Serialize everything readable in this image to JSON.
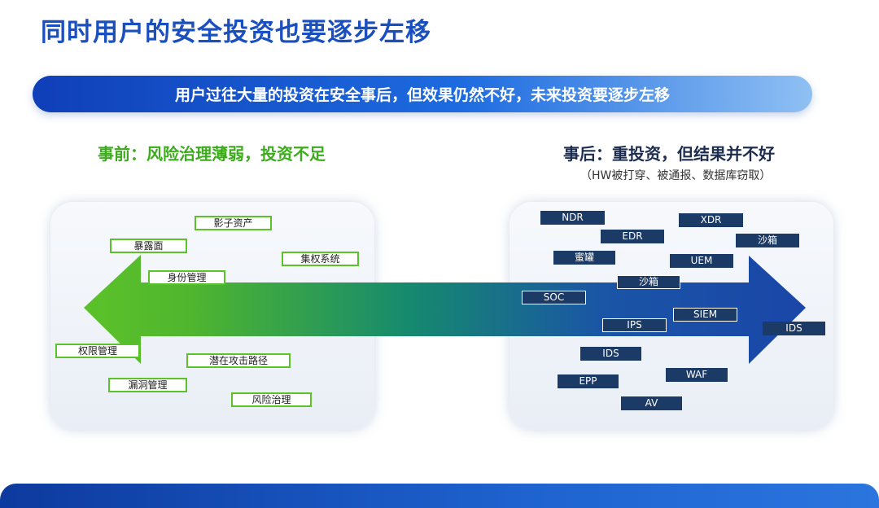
{
  "page": {
    "title": "同时用户的安全投资也要逐步左移",
    "banner": "用户过往大量的投资在安全事后，但效果仍然不好，未来投资要逐步左移"
  },
  "left": {
    "heading": "事前：风险治理薄弱，投资不足",
    "tags": [
      "影子资产",
      "暴露面",
      "集权系统",
      "身份管理",
      "权限管理",
      "潜在攻击路径",
      "漏洞管理",
      "风险治理"
    ]
  },
  "right": {
    "heading": "事后：重投资，但结果并不好",
    "note": "（HW被打穿、被通报、数据库窃取）",
    "tags": [
      "NDR",
      "XDR",
      "EDR",
      "沙箱",
      "蜜罐",
      "UEM",
      "沙箱",
      "SOC",
      "SIEM",
      "IPS",
      "IDS",
      "IDS",
      "WAF",
      "EPP",
      "AV"
    ]
  },
  "colors": {
    "title": "#1a4fbf",
    "green": "#3cab1c",
    "tag_green_border": "#5cc22a",
    "tag_blue": "#1c3a66",
    "arrow_left": "#5cc22a",
    "arrow_right": "#1a48a8"
  }
}
